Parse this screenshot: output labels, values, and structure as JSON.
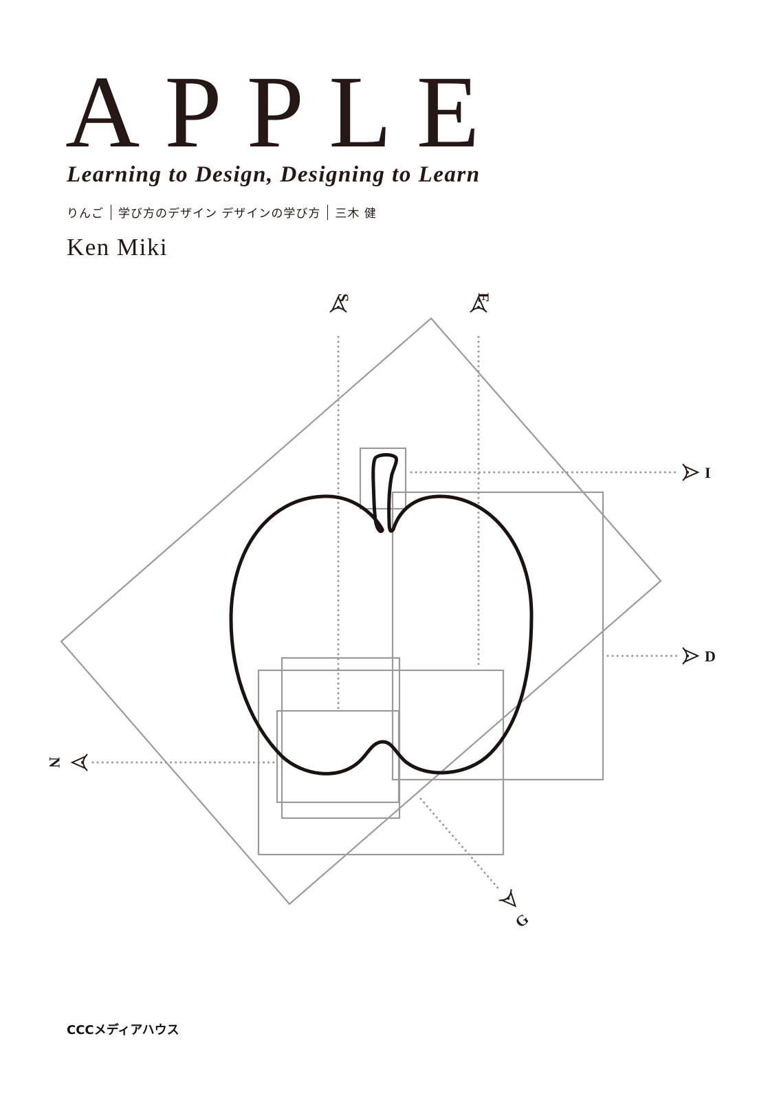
{
  "cover": {
    "title": "APPLE",
    "subtitle": "Learning to Design, Designing to Learn",
    "japanese_line": {
      "parts": [
        "りんご",
        "学び方のデザイン デザインの学び方",
        "三木 健"
      ]
    },
    "author": "Ken Miki",
    "publisher": "CCCメディアハウス"
  },
  "diagram": {
    "viewpoint_labels": {
      "top_left": "S",
      "top_right": "E",
      "right_upper": "I",
      "right_lower": "D",
      "left": "N",
      "bottom": "G"
    },
    "icons": [
      "eye-icon"
    ],
    "colors": {
      "text": "#231815",
      "apple_outline": "#1a1311",
      "guide_lines": "#9a9a9a"
    }
  }
}
